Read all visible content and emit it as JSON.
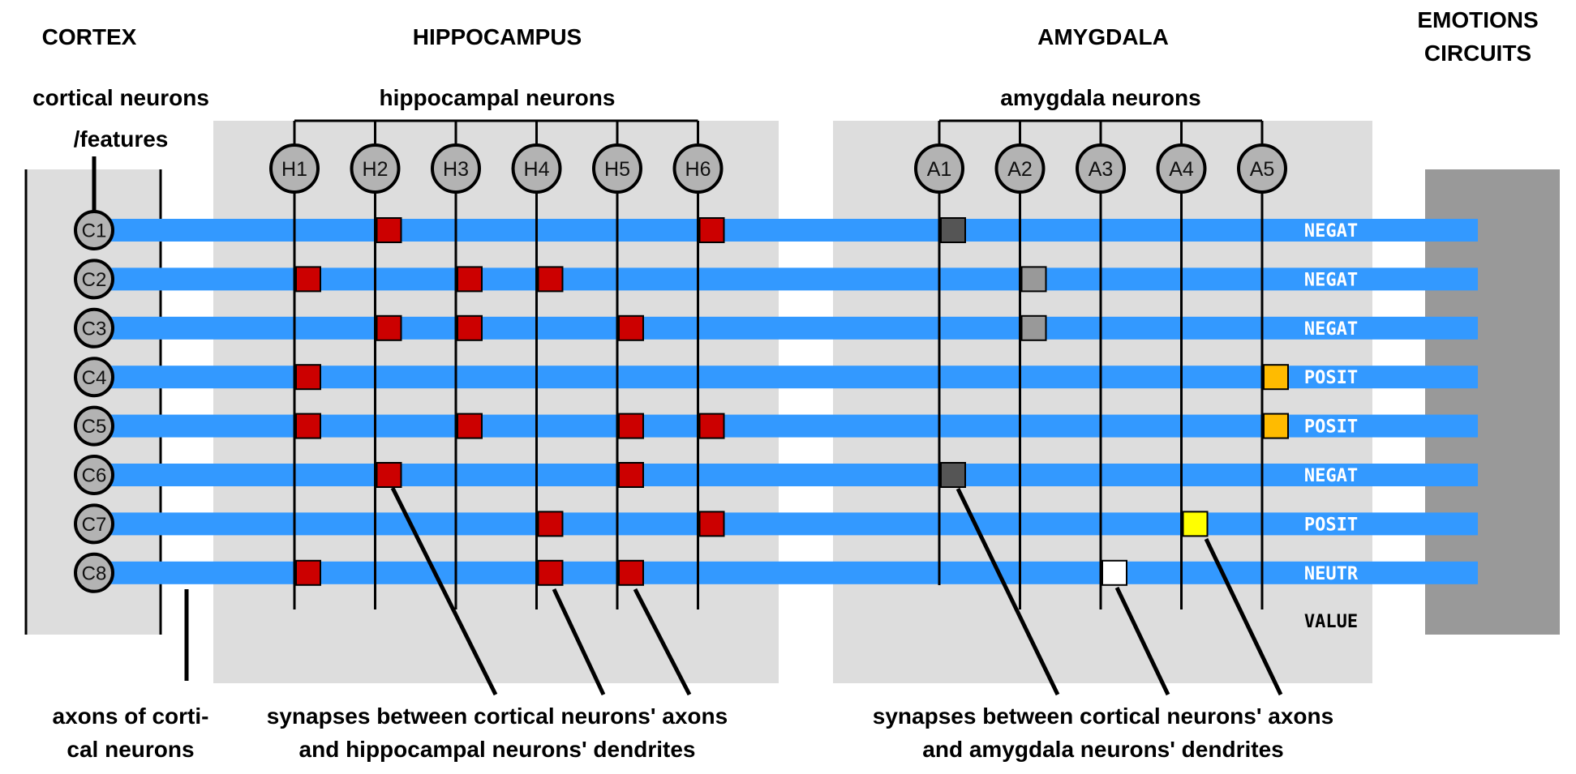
{
  "headers": {
    "cortex": "CORTEX",
    "hippocampus": "HIPPOCAMPUS",
    "amygdala": "AMYGDALA",
    "emotions_line1": "EMOTIONS",
    "emotions_line2": "CIRCUITS"
  },
  "subheaders": {
    "cortical_line1": "cortical neurons",
    "cortical_line2": "/features",
    "hippocampal": "hippocampal neurons",
    "amygdala": "amygdala neurons"
  },
  "cortical_neurons": [
    "C1",
    "C2",
    "C3",
    "C4",
    "C5",
    "C6",
    "C7",
    "C8"
  ],
  "hippocampal_neurons": [
    "H1",
    "H2",
    "H3",
    "H4",
    "H5",
    "H6"
  ],
  "amygdala_neurons": [
    "A1",
    "A2",
    "A3",
    "A4",
    "A5"
  ],
  "value_header": "VALUE",
  "values": [
    "NEGAT",
    "NEGAT",
    "NEGAT",
    "POSIT",
    "POSIT",
    "NEGAT",
    "POSIT",
    "NEUTR"
  ],
  "hippocampal_synapses": [
    [
      "C1",
      "H2"
    ],
    [
      "C1",
      "H6"
    ],
    [
      "C2",
      "H1"
    ],
    [
      "C2",
      "H3"
    ],
    [
      "C2",
      "H4"
    ],
    [
      "C3",
      "H2"
    ],
    [
      "C3",
      "H3"
    ],
    [
      "C3",
      "H5"
    ],
    [
      "C4",
      "H1"
    ],
    [
      "C5",
      "H1"
    ],
    [
      "C5",
      "H3"
    ],
    [
      "C5",
      "H5"
    ],
    [
      "C5",
      "H6"
    ],
    [
      "C6",
      "H2"
    ],
    [
      "C6",
      "H5"
    ],
    [
      "C7",
      "H4"
    ],
    [
      "C7",
      "H6"
    ],
    [
      "C8",
      "H1"
    ],
    [
      "C8",
      "H4"
    ],
    [
      "C8",
      "H5"
    ]
  ],
  "amygdala_synapses": [
    {
      "cortical": "C1",
      "amygdala": "A1",
      "kind": "dark"
    },
    {
      "cortical": "C2",
      "amygdala": "A2",
      "kind": "gray"
    },
    {
      "cortical": "C3",
      "amygdala": "A2",
      "kind": "gray"
    },
    {
      "cortical": "C4",
      "amygdala": "A5",
      "kind": "orange"
    },
    {
      "cortical": "C5",
      "amygdala": "A5",
      "kind": "orange"
    },
    {
      "cortical": "C6",
      "amygdala": "A1",
      "kind": "dark"
    },
    {
      "cortical": "C7",
      "amygdala": "A4",
      "kind": "yellow"
    },
    {
      "cortical": "C8",
      "amygdala": "A3",
      "kind": "white"
    }
  ],
  "annotations": {
    "axons_line1": "axons of corti-",
    "axons_line2": "cal neurons",
    "hippo_line1": "synapses between cortical neurons' axons",
    "hippo_line2": "and hippocampal neurons' dendrites",
    "amyg_line1": "synapses between cortical neurons' axons",
    "amyg_line2": "and amygdala neurons' dendrites"
  },
  "colors": {
    "axon": "#3399ff",
    "region_bg": "#dddddd",
    "emotions_box": "#999999",
    "neuron_fill": "#b3b3b3",
    "hippo_synapse": "#cc0000",
    "synapse_dark": "#555555",
    "synapse_gray": "#999999",
    "synapse_orange": "#ffbb00",
    "synapse_yellow": "#ffff00",
    "synapse_white": "#ffffff"
  }
}
